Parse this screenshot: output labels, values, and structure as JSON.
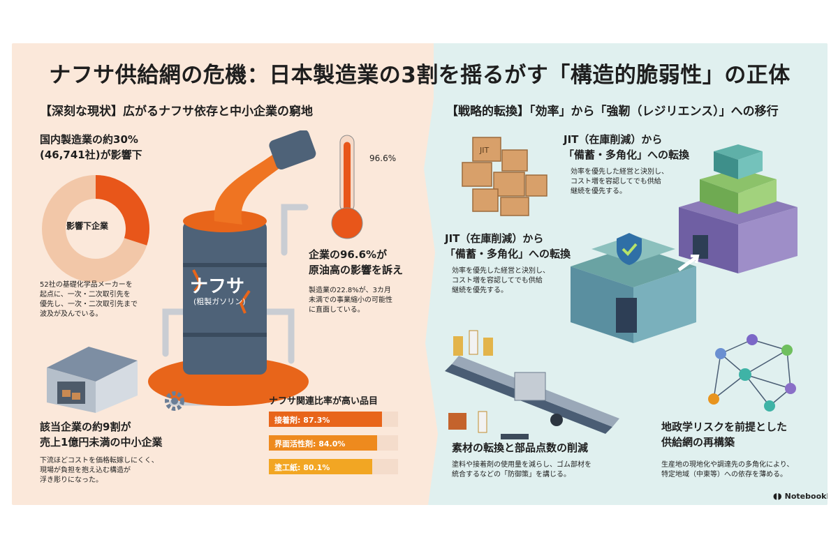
{
  "title": "ナフサ供給網の危機：日本製造業の3割を揺るがす「構造的脆弱性」の正体",
  "left": {
    "heading": "【深刻な現状】広がるナフサ依存と中小企業の窮地",
    "stat1_line1": "国内製造業の約30%",
    "stat1_line2": "(46,741社)が影響下",
    "donut_label": "影響下企業",
    "donut_fraction": 0.3,
    "chemical_note": [
      "52社の基礎化学品メーカーを",
      "起点に、一次・二次取引先を",
      "優先し、一次・二次取引先まで",
      "波及が及んでいる。"
    ],
    "barrel_label": "ナフサ",
    "barrel_sub": "(粗製ガソリン)",
    "thermo_value": "96.6%",
    "thermo_level": 0.966,
    "claim_line1": "企業の96.6%が",
    "claim_line2": "原油高の影響を訴え",
    "claim_note": [
      "製造業の22.8%が、3カ月",
      "未満での事業縮小の可能性",
      "に直面している。"
    ],
    "sme_line1": "該当企業の約9割が",
    "sme_line2": "売上1億円未満の中小企業",
    "sme_note": [
      "下流ほどコストを価格転嫁しにくく、",
      "現場が負担を抱え込む構造が",
      "浮き彫りになった。"
    ],
    "bars_title": "ナフサ関連比率が高い品目",
    "bars": [
      {
        "label": "接着剤: 87.3%",
        "value": 87.3,
        "color": "#e8651a"
      },
      {
        "label": "界面活性剤: 84.0%",
        "value": 84.0,
        "color": "#ee8a1e"
      },
      {
        "label": "塗工紙: 80.1%",
        "value": 80.1,
        "color": "#f2a623"
      }
    ]
  },
  "right": {
    "heading": "【戦略的転換】「効率」から「強靭（レジリエンス）」への移行",
    "jit_box_text": "JIT",
    "jit_top_line1": "JIT（在庫削減）から",
    "jit_top_line2": "「備蓄・多角化」への転換",
    "jit_top_note": [
      "効率を優先した経営と決別し、",
      "コスト増を容認してでも供給",
      "継続を優先する。"
    ],
    "jit_mid_line1": "JIT（在庫削減）から",
    "jit_mid_line2": "「備蓄・多角化」への転換",
    "jit_mid_note": [
      "効率を優先した経営と決別し、",
      "コスト増を容認してでも供給",
      "継続を優先する。"
    ],
    "material_line1": "素材の転換と部品点数の削減",
    "material_note": [
      "塗料や接着剤の使用量を減らし、ゴム部材を",
      "統合するなどの「防御策」を講じる。"
    ],
    "geo_line1": "地政学リスクを前提とした",
    "geo_line2": "供給網の再構築",
    "geo_note": [
      "生産地の現地化や調達先の多角化により、",
      "特定地域（中東等）への依存を薄める。"
    ],
    "logo": "NotebookLM"
  },
  "colors": {
    "orange": "#e8651a",
    "teal_bg": "#e0f0ef",
    "cream_bg": "#fbe8da"
  }
}
